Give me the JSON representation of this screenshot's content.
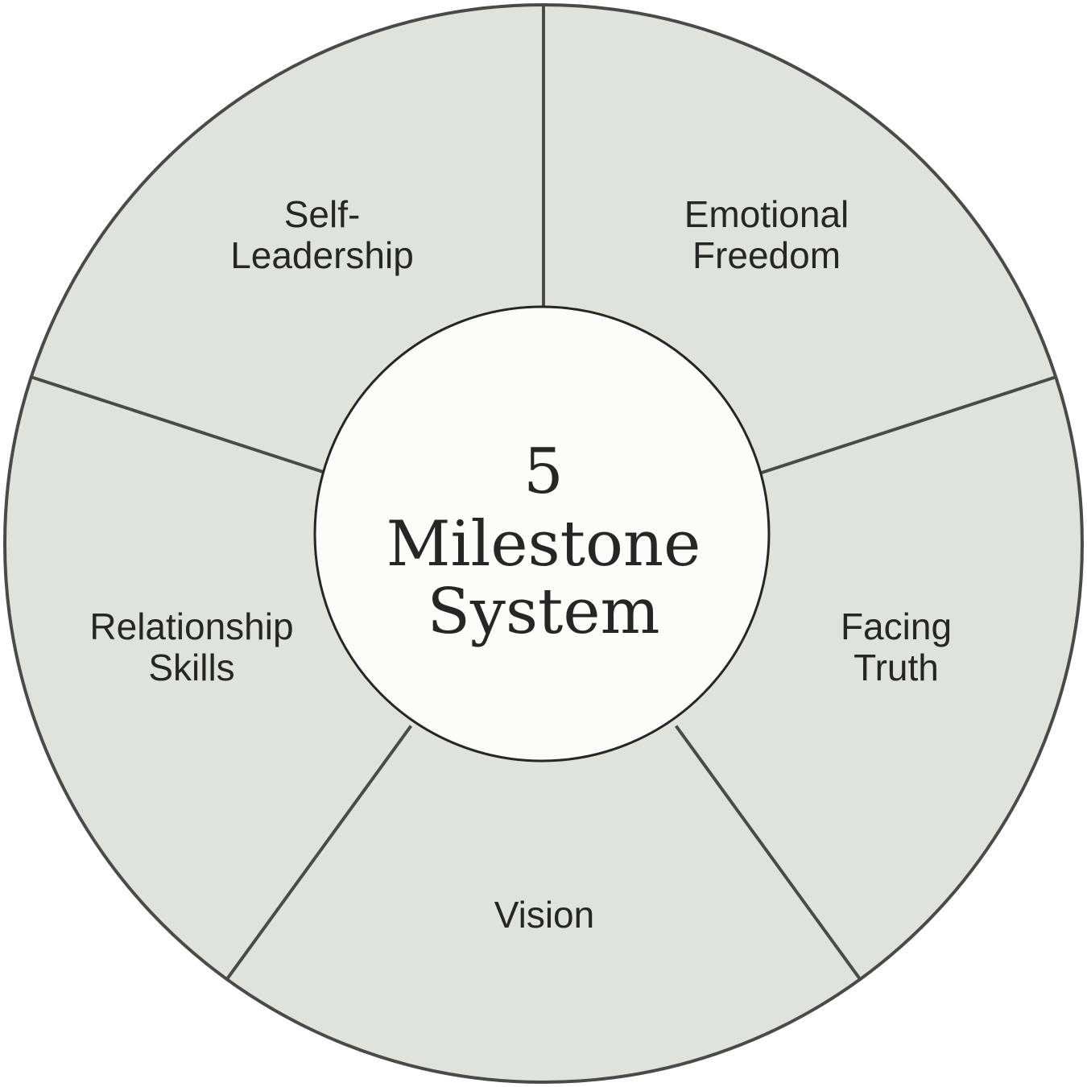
{
  "colors": {
    "segment_fill": "#e0e2dc",
    "segment_stroke": "#4a4a4a",
    "center_fill": "#fcfcfa",
    "center_stroke": "#262626",
    "text": "#262626"
  },
  "center": {
    "number": "5",
    "line1": "Milestone",
    "line2": "System"
  },
  "segments": [
    {
      "id": "emotional-freedom",
      "lines": [
        "Emotional",
        "Freedom"
      ]
    },
    {
      "id": "facing-truth",
      "lines": [
        "Facing",
        "Truth"
      ]
    },
    {
      "id": "vision",
      "lines": [
        "Vision"
      ]
    },
    {
      "id": "relationship-skills",
      "lines": [
        "Relationship",
        "Skills"
      ]
    },
    {
      "id": "self-leadership",
      "lines": [
        "Self-",
        "Leadership"
      ]
    }
  ]
}
